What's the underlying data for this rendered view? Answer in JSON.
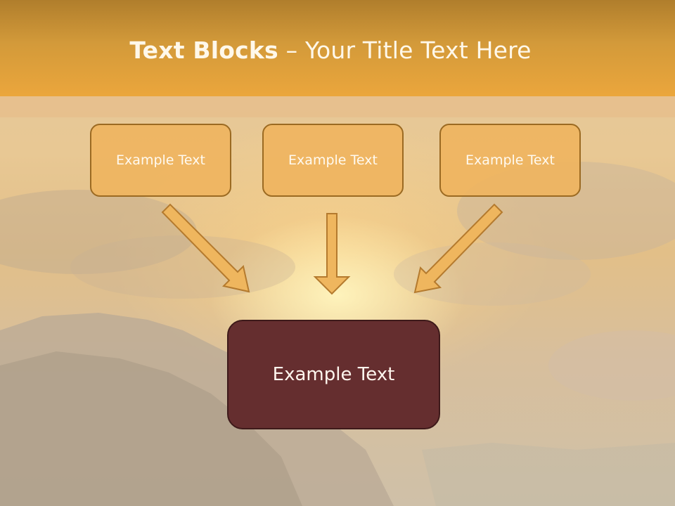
{
  "title": {
    "strong": "Text Blocks",
    "rest": " – Your Title Text Here"
  },
  "blocks": [
    {
      "label": "Example Text"
    },
    {
      "label": "Example Text"
    },
    {
      "label": "Example Text"
    }
  ],
  "main_block": {
    "label": "Example Text"
  },
  "colors": {
    "title_bar": "#eba63c",
    "block_fill": "#efb45f",
    "block_border": "#9b6a22",
    "main_fill": "#652e2f",
    "arrow_fill": "#efb65e"
  }
}
